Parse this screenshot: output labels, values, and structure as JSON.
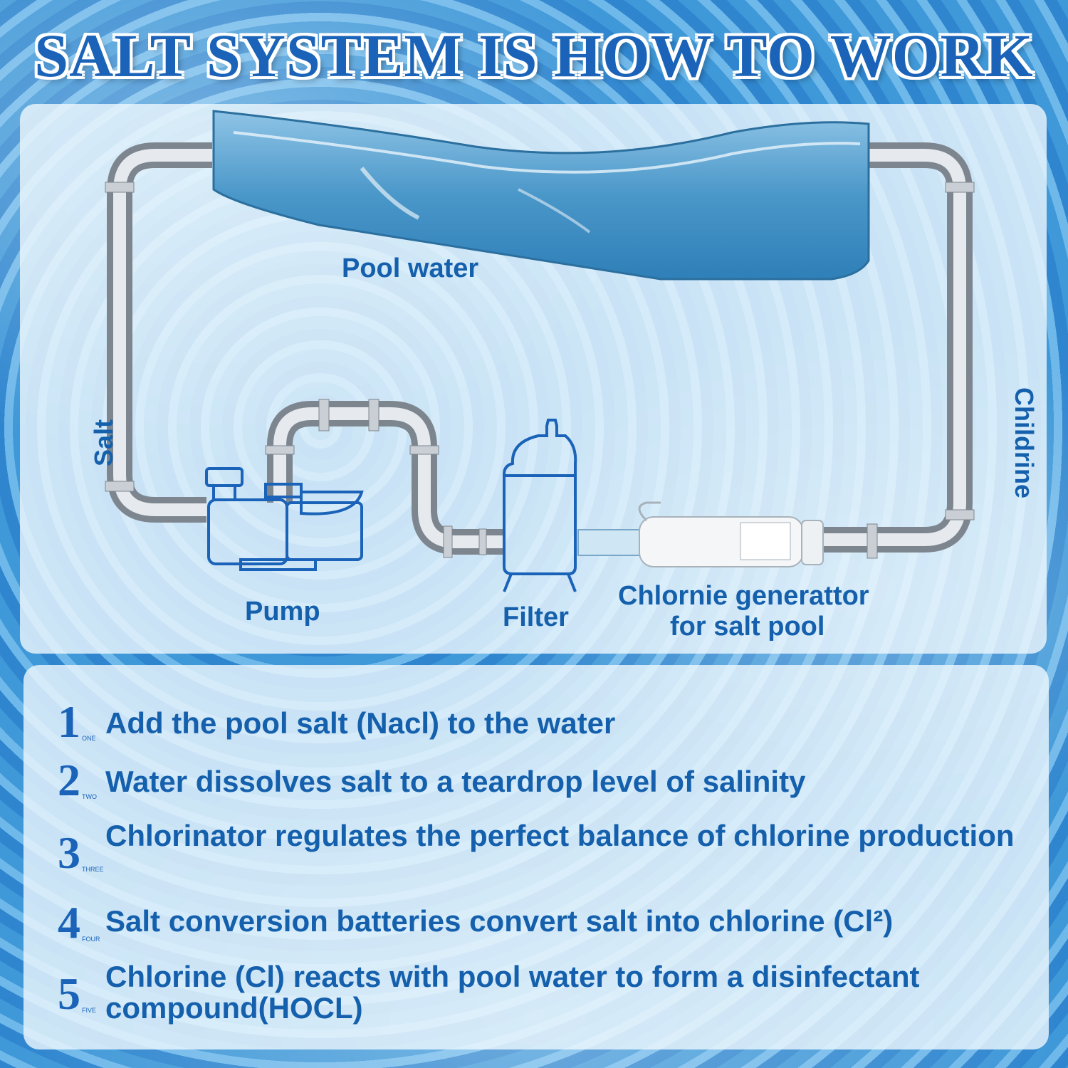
{
  "title": "SALT SYSTEM IS HOW TO WORK",
  "diagram": {
    "labels": {
      "pool_water": "Pool water",
      "salt": "Salt",
      "chlorine": "Childrine",
      "pump": "Pump",
      "filter": "Filter",
      "generator_line1": "Chlornie generattor",
      "generator_line2": "for salt pool"
    },
    "colors": {
      "text": "#1560ad",
      "pipe": "#b8bfc6",
      "water": "#4a97c9"
    }
  },
  "steps": [
    {
      "number": "1",
      "tag": "ONE",
      "text": "Add the pool salt (Nacl) to the water"
    },
    {
      "number": "2",
      "tag": "TWO",
      "text": "Water dissolves salt to a teardrop level of salinity"
    },
    {
      "number": "3",
      "tag": "THREE",
      "text": "Chlorinator regulates the perfect balance of chlorine production"
    },
    {
      "number": "4",
      "tag": "FOUR",
      "text": "Salt conversion batteries convert salt into chlorine (Cl²)"
    },
    {
      "number": "5",
      "tag": "FIVE",
      "text": "Chlorine (Cl) reacts with pool water to form a disinfectant compound(HOCL)"
    }
  ]
}
